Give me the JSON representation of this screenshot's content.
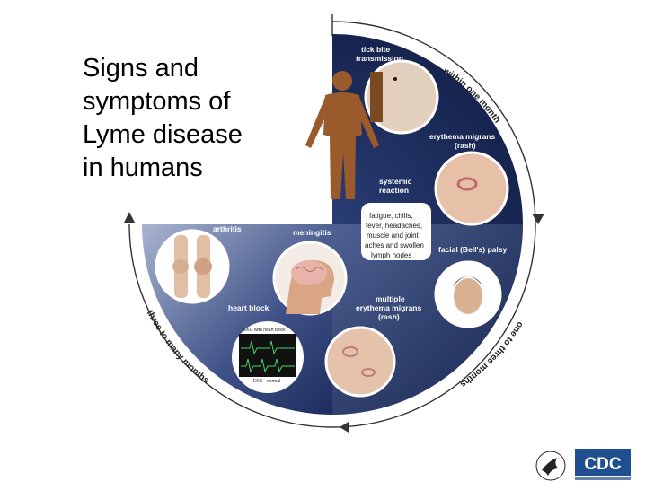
{
  "title_lines": [
    "Signs and",
    "symptoms of",
    "Lyme disease",
    "in humans"
  ],
  "stages": {
    "stage1": "within one month",
    "stage2": "one to three months",
    "stage3": "three to many months"
  },
  "labels": {
    "tick_bite_1": "tick bite",
    "tick_bite_2": "transmission",
    "em_1": "erythema migrans",
    "em_2": "(rash)",
    "systemic_1": "systemic",
    "systemic_2": "reaction",
    "symptoms": [
      "fatigue, chills,",
      "fever, headaches,",
      "muscle and joint",
      "aches and swollen",
      "lymph nodes"
    ],
    "bells": "facial (Bell's) palsy",
    "multi_1": "multiple",
    "multi_2": "erythema migrans",
    "multi_3": "(rash)",
    "heart_block": "heart block",
    "meningitis": "meningitis",
    "arthritis": "arthritis",
    "ekg_top": "EKG with heart block",
    "ekg_bottom": "EKG - normal"
  },
  "logo": {
    "cdc": "CDC"
  },
  "colors": {
    "navy": "#1b2a5c",
    "navy_light": "#3a4f86",
    "skin": "#e8c4a6",
    "body": "#9a5a2c",
    "arc": "#333333"
  }
}
